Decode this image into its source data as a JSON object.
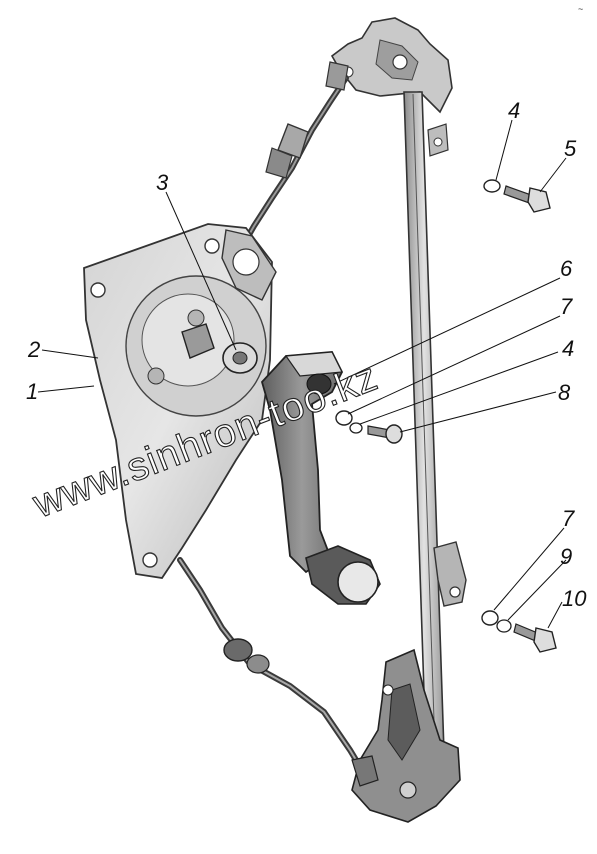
{
  "figure": {
    "watermark": "www.sinhron-too.kz",
    "corner_mark": "~"
  },
  "callouts": {
    "c1": "1",
    "c2": "2",
    "c3": "3",
    "c4a": "4",
    "c5": "5",
    "c6": "6",
    "c7a": "7",
    "c4b": "4",
    "c8": "8",
    "c7b": "7",
    "c9": "9",
    "c10": "10"
  }
}
